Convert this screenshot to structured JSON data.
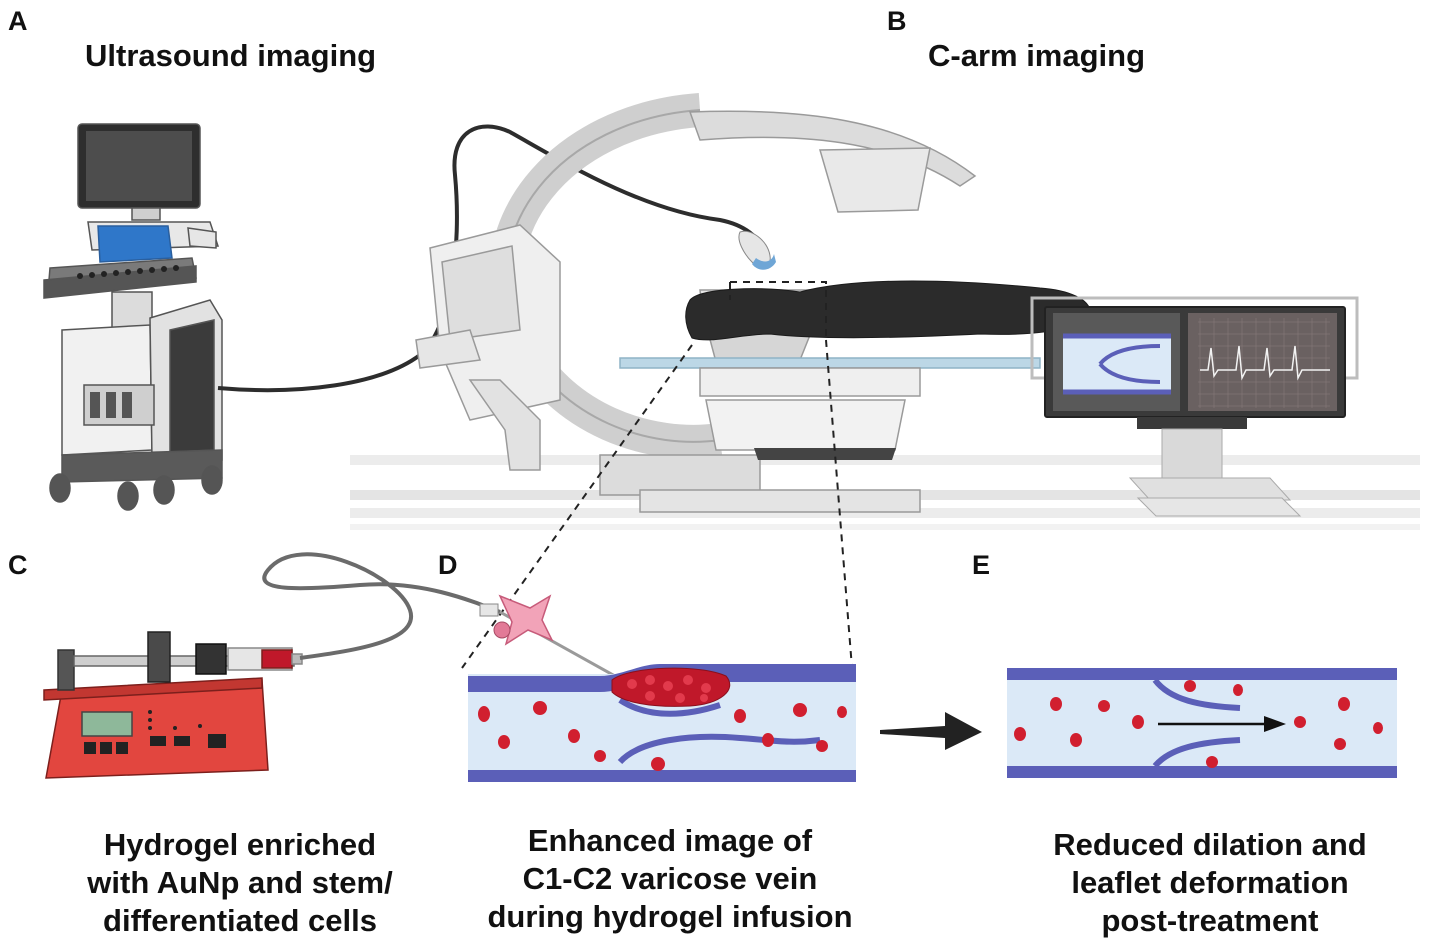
{
  "panels": {
    "a": {
      "letter": "A",
      "title": "Ultrasound imaging"
    },
    "b": {
      "letter": "B",
      "title": "C-arm imaging"
    },
    "c": {
      "letter": "C",
      "caption": [
        "Hydrogel enriched",
        "with AuNp and stem/",
        "differentiated cells"
      ]
    },
    "d": {
      "letter": "D",
      "caption": [
        "Enhanced image of",
        "C1-C2 varicose vein",
        "during hydrogel infusion"
      ]
    },
    "e": {
      "letter": "E",
      "caption": [
        "Reduced dilation and",
        "leaflet deformation",
        "post-treatment"
      ]
    }
  },
  "icons": [
    "ultrasound-machine-icon",
    "c-arm-icon",
    "patient-icon",
    "monitor-icon",
    "syringe-pump-icon",
    "catheter-icon",
    "vein-icon",
    "arrow-icon"
  ],
  "colors": {
    "vein_wall": "#5b5fb8",
    "vein_lumen": "#dbe9f7",
    "blood_cell": "#d11f2f",
    "hydrogel": "#c0182a",
    "pump_body": "#e2463f",
    "machine_gray": "#d6d6d6",
    "screen_blue": "#2f77c9",
    "drape": "#2b2b2b"
  }
}
